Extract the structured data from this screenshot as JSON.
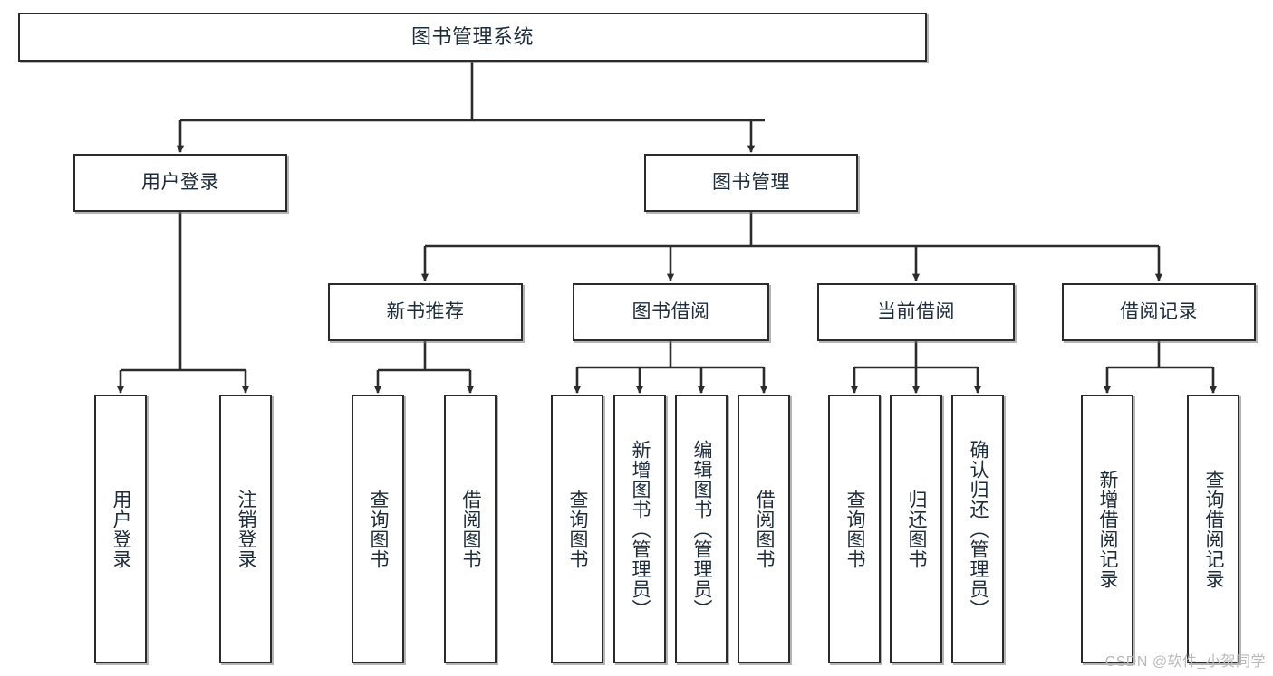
{
  "diagram": {
    "title": "图书管理系统",
    "type": "功能结构图",
    "stroke_color": "#2b2b2b",
    "text_color": "#1d2b3a",
    "background_color": "#ffffff"
  },
  "nodes": {
    "root": {
      "label": "图书管理系统"
    },
    "level2": [
      {
        "id": "user-login",
        "label": "用户登录"
      },
      {
        "id": "book-management",
        "label": "图书管理"
      }
    ],
    "level3": [
      {
        "id": "new-book-recommend",
        "label": "新书推荐"
      },
      {
        "id": "book-borrow",
        "label": "图书借阅"
      },
      {
        "id": "current-borrow",
        "label": "当前借阅"
      },
      {
        "id": "borrow-record",
        "label": "借阅记录"
      }
    ],
    "leaves": {
      "user_login": [
        {
          "id": "leaf-user-login",
          "label": "用户登录"
        },
        {
          "id": "leaf-user-logout",
          "label": "注销登录"
        }
      ],
      "new_book_recommend": [
        {
          "id": "leaf-query-book-1",
          "label": "查询图书"
        },
        {
          "id": "leaf-borrow-book-1",
          "label": "借阅图书"
        }
      ],
      "book_borrow": [
        {
          "id": "leaf-query-book-2",
          "label": "查询图书"
        },
        {
          "id": "leaf-add-book",
          "label": "新增图书（管理员）"
        },
        {
          "id": "leaf-edit-book",
          "label": "编辑图书（管理员）"
        },
        {
          "id": "leaf-borrow-book-2",
          "label": "借阅图书"
        }
      ],
      "current_borrow": [
        {
          "id": "leaf-query-book-3",
          "label": "查询图书"
        },
        {
          "id": "leaf-return-book",
          "label": "归还图书"
        },
        {
          "id": "leaf-confirm-return",
          "label": "确认归还（管理员）"
        }
      ],
      "borrow_record": [
        {
          "id": "leaf-add-record",
          "label": "新增借阅记录"
        },
        {
          "id": "leaf-query-record",
          "label": "查询借阅记录"
        }
      ]
    }
  },
  "watermark": {
    "text": "CSDN @软件_小贺同学"
  }
}
